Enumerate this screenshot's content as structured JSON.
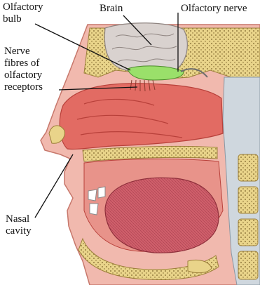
{
  "labels": {
    "olfactory_bulb_1": "Olfactory",
    "olfactory_bulb_2": "bulb",
    "brain": "Brain",
    "olfactory_nerve": "Olfactory nerve",
    "nerve_fibres_1": "Nerve",
    "nerve_fibres_2": "fibres of",
    "nerve_fibres_3": "olfactory",
    "nerve_fibres_4": "receptors",
    "nasal_cavity_1": "Nasal",
    "nasal_cavity_2": "cavity"
  },
  "colors": {
    "skin": "#f1b9ae",
    "skin_edge": "#c7776b",
    "cavity": "#e26b63",
    "cavity_dark": "#b8403a",
    "tongue": "#cf5f6b",
    "brain": "#d9d2cf",
    "brain_line": "#8e8480",
    "bone": "#e9d48a",
    "bone_dot": "#7a6128",
    "bulb_green": "#9ae06a",
    "spine": "#cfd7de",
    "leader": "#111111"
  }
}
